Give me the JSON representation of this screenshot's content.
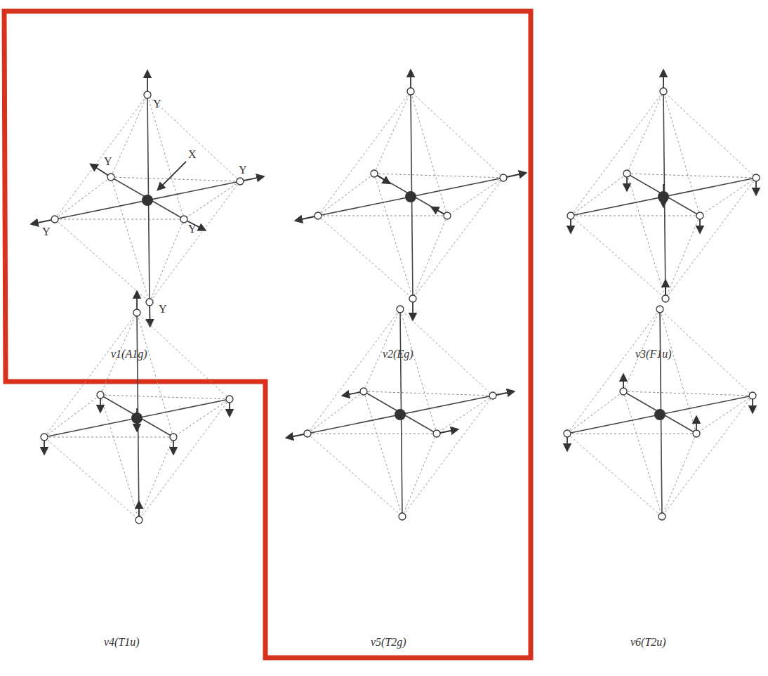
{
  "diagram": {
    "labels": [
      "Y",
      "Y",
      "X",
      "Y",
      "Y",
      "Y",
      "Y",
      "ν1(A1g)",
      "ν2(Eg)",
      "ν3(F1u)",
      "ν4(T1u)",
      "ν5(T2g)",
      "ν6(T2u)"
    ]
  }
}
